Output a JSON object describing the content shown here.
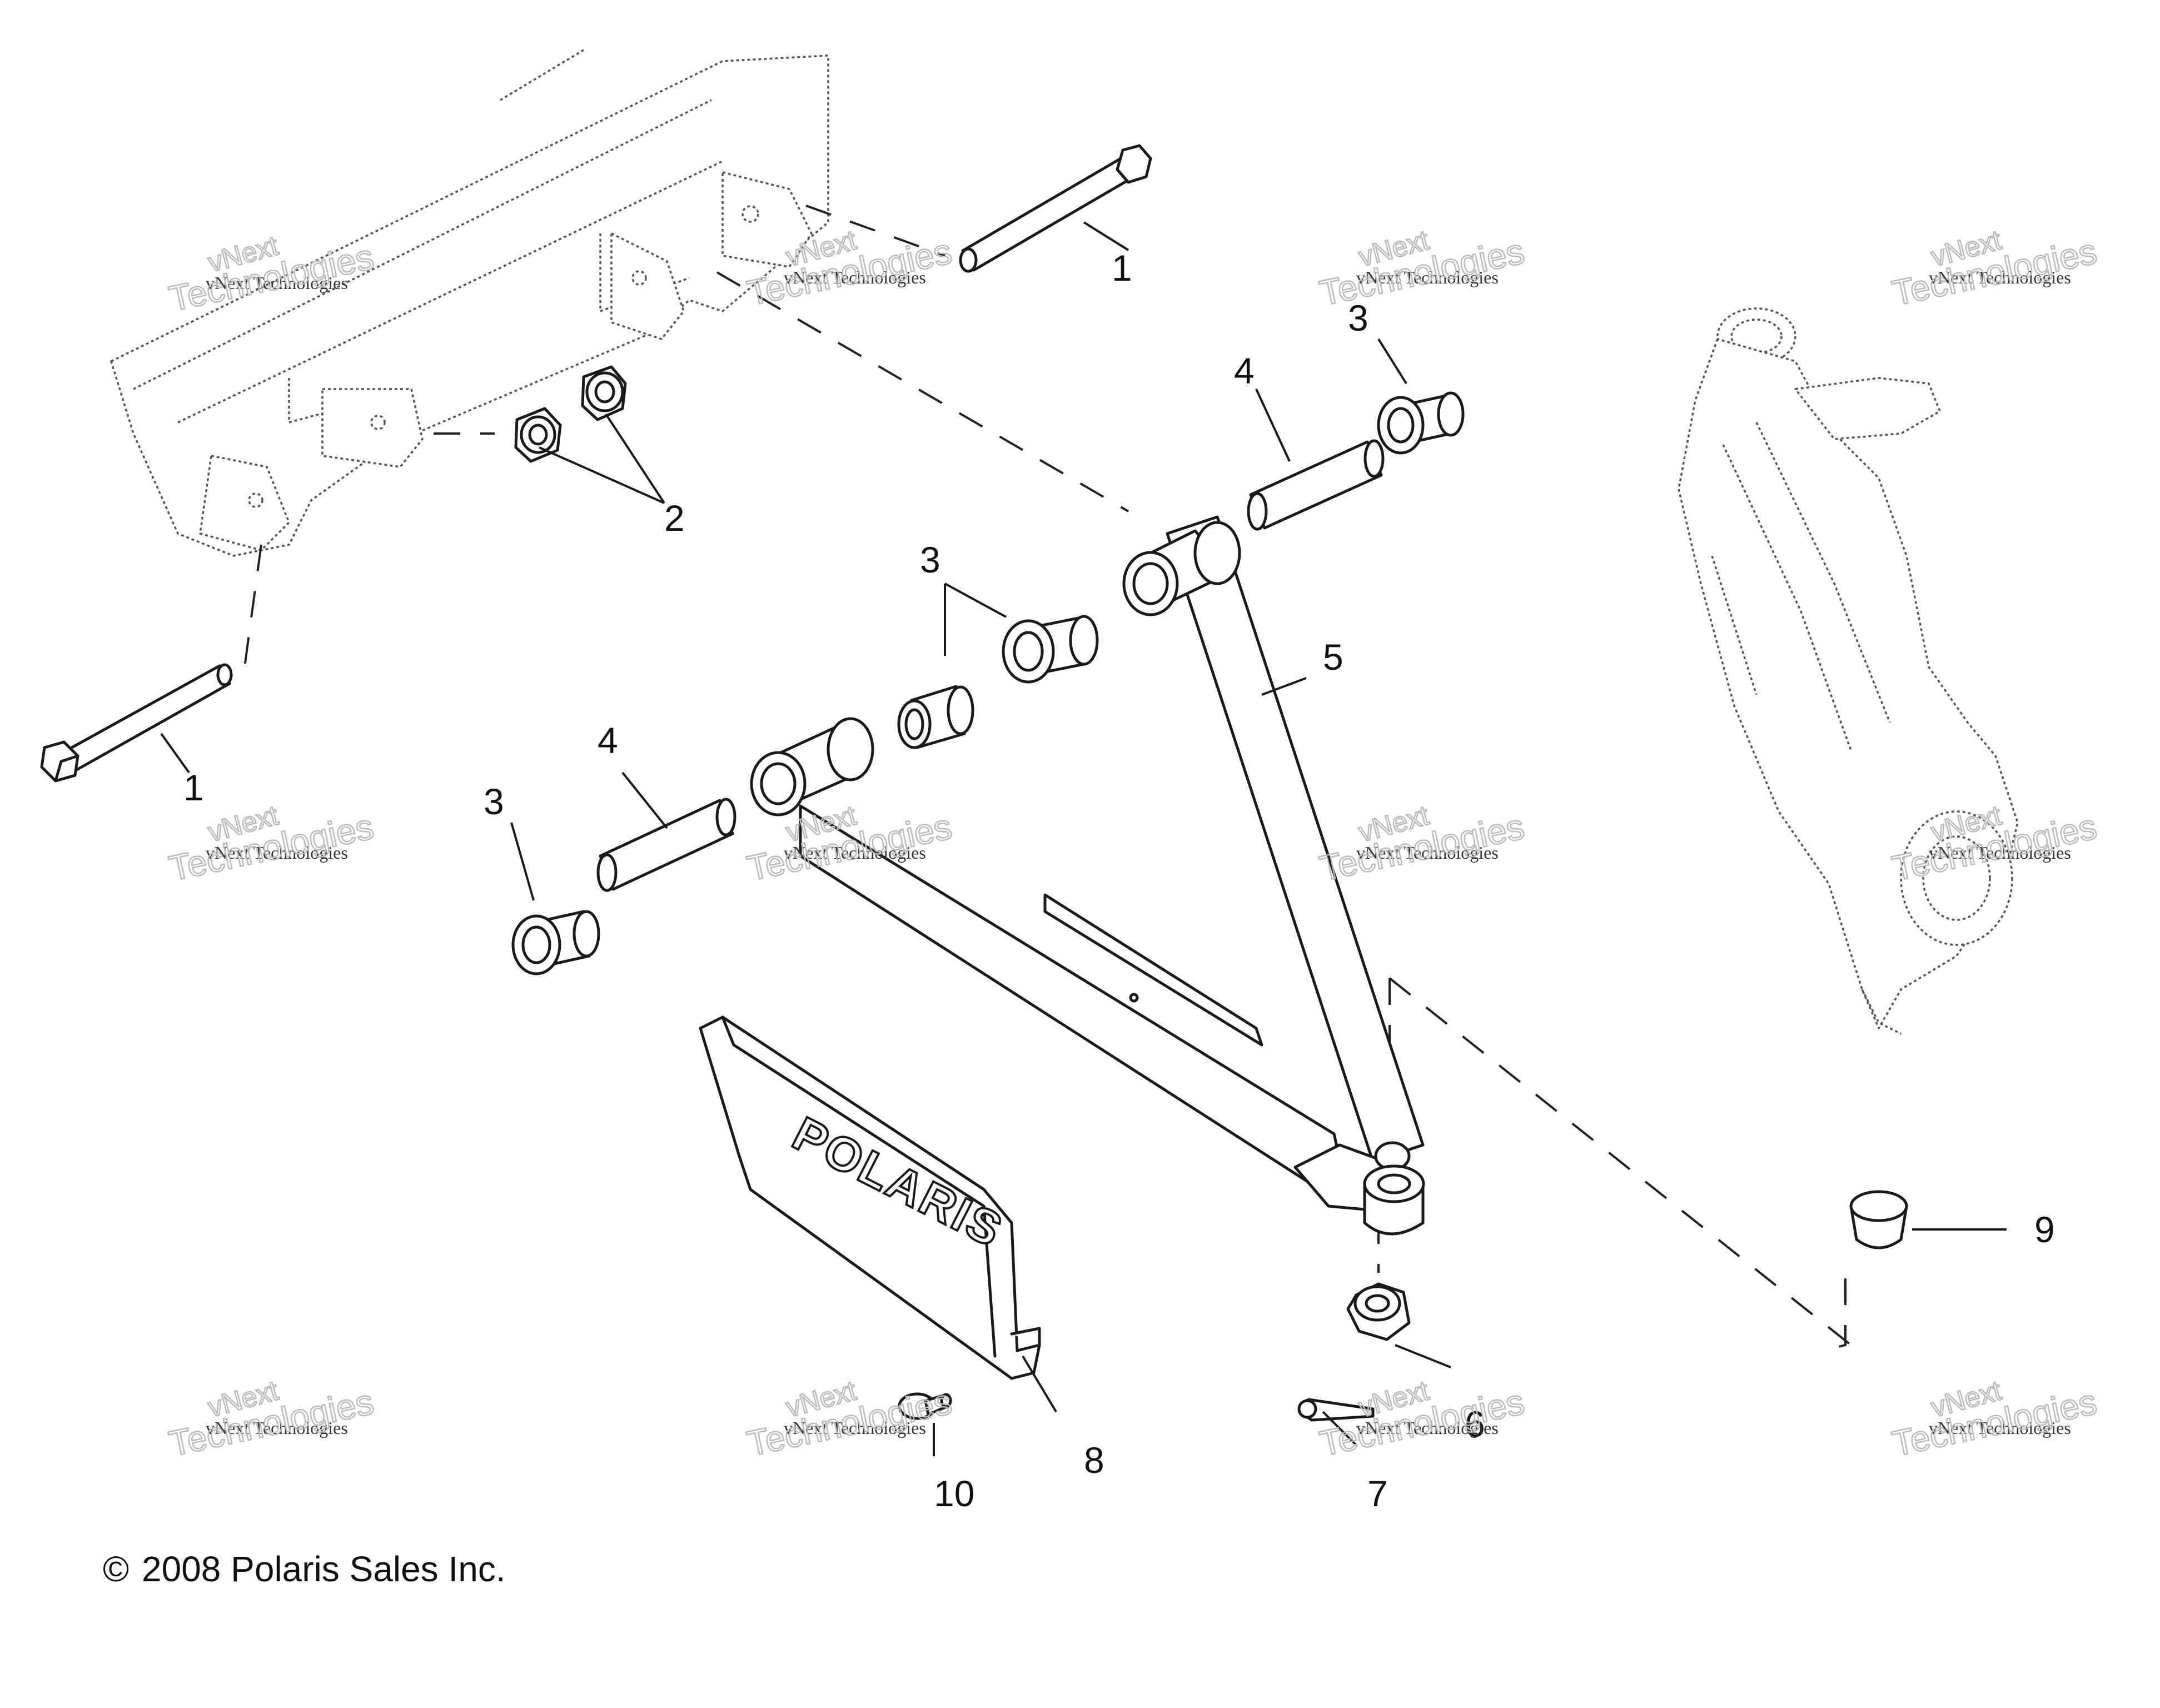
{
  "callouts": [
    {
      "id": "c1a",
      "label": "1"
    },
    {
      "id": "c1b",
      "label": "1"
    },
    {
      "id": "c2",
      "label": "2"
    },
    {
      "id": "c3a",
      "label": "3"
    },
    {
      "id": "c3b",
      "label": "3"
    },
    {
      "id": "c3c",
      "label": "3"
    },
    {
      "id": "c4a",
      "label": "4"
    },
    {
      "id": "c4b",
      "label": "4"
    },
    {
      "id": "c5",
      "label": "5"
    },
    {
      "id": "c6",
      "label": "6"
    },
    {
      "id": "c7",
      "label": "7"
    },
    {
      "id": "c8",
      "label": "8"
    },
    {
      "id": "c9",
      "label": "9"
    },
    {
      "id": "c10",
      "label": "10"
    }
  ],
  "watermark": {
    "small": "vNext Technologies",
    "large": "Technologies",
    "prefix": "vNext"
  },
  "guard_brand": "POLARIS",
  "copyright": {
    "symbol": "©",
    "text": "2008 Polaris Sales Inc."
  }
}
